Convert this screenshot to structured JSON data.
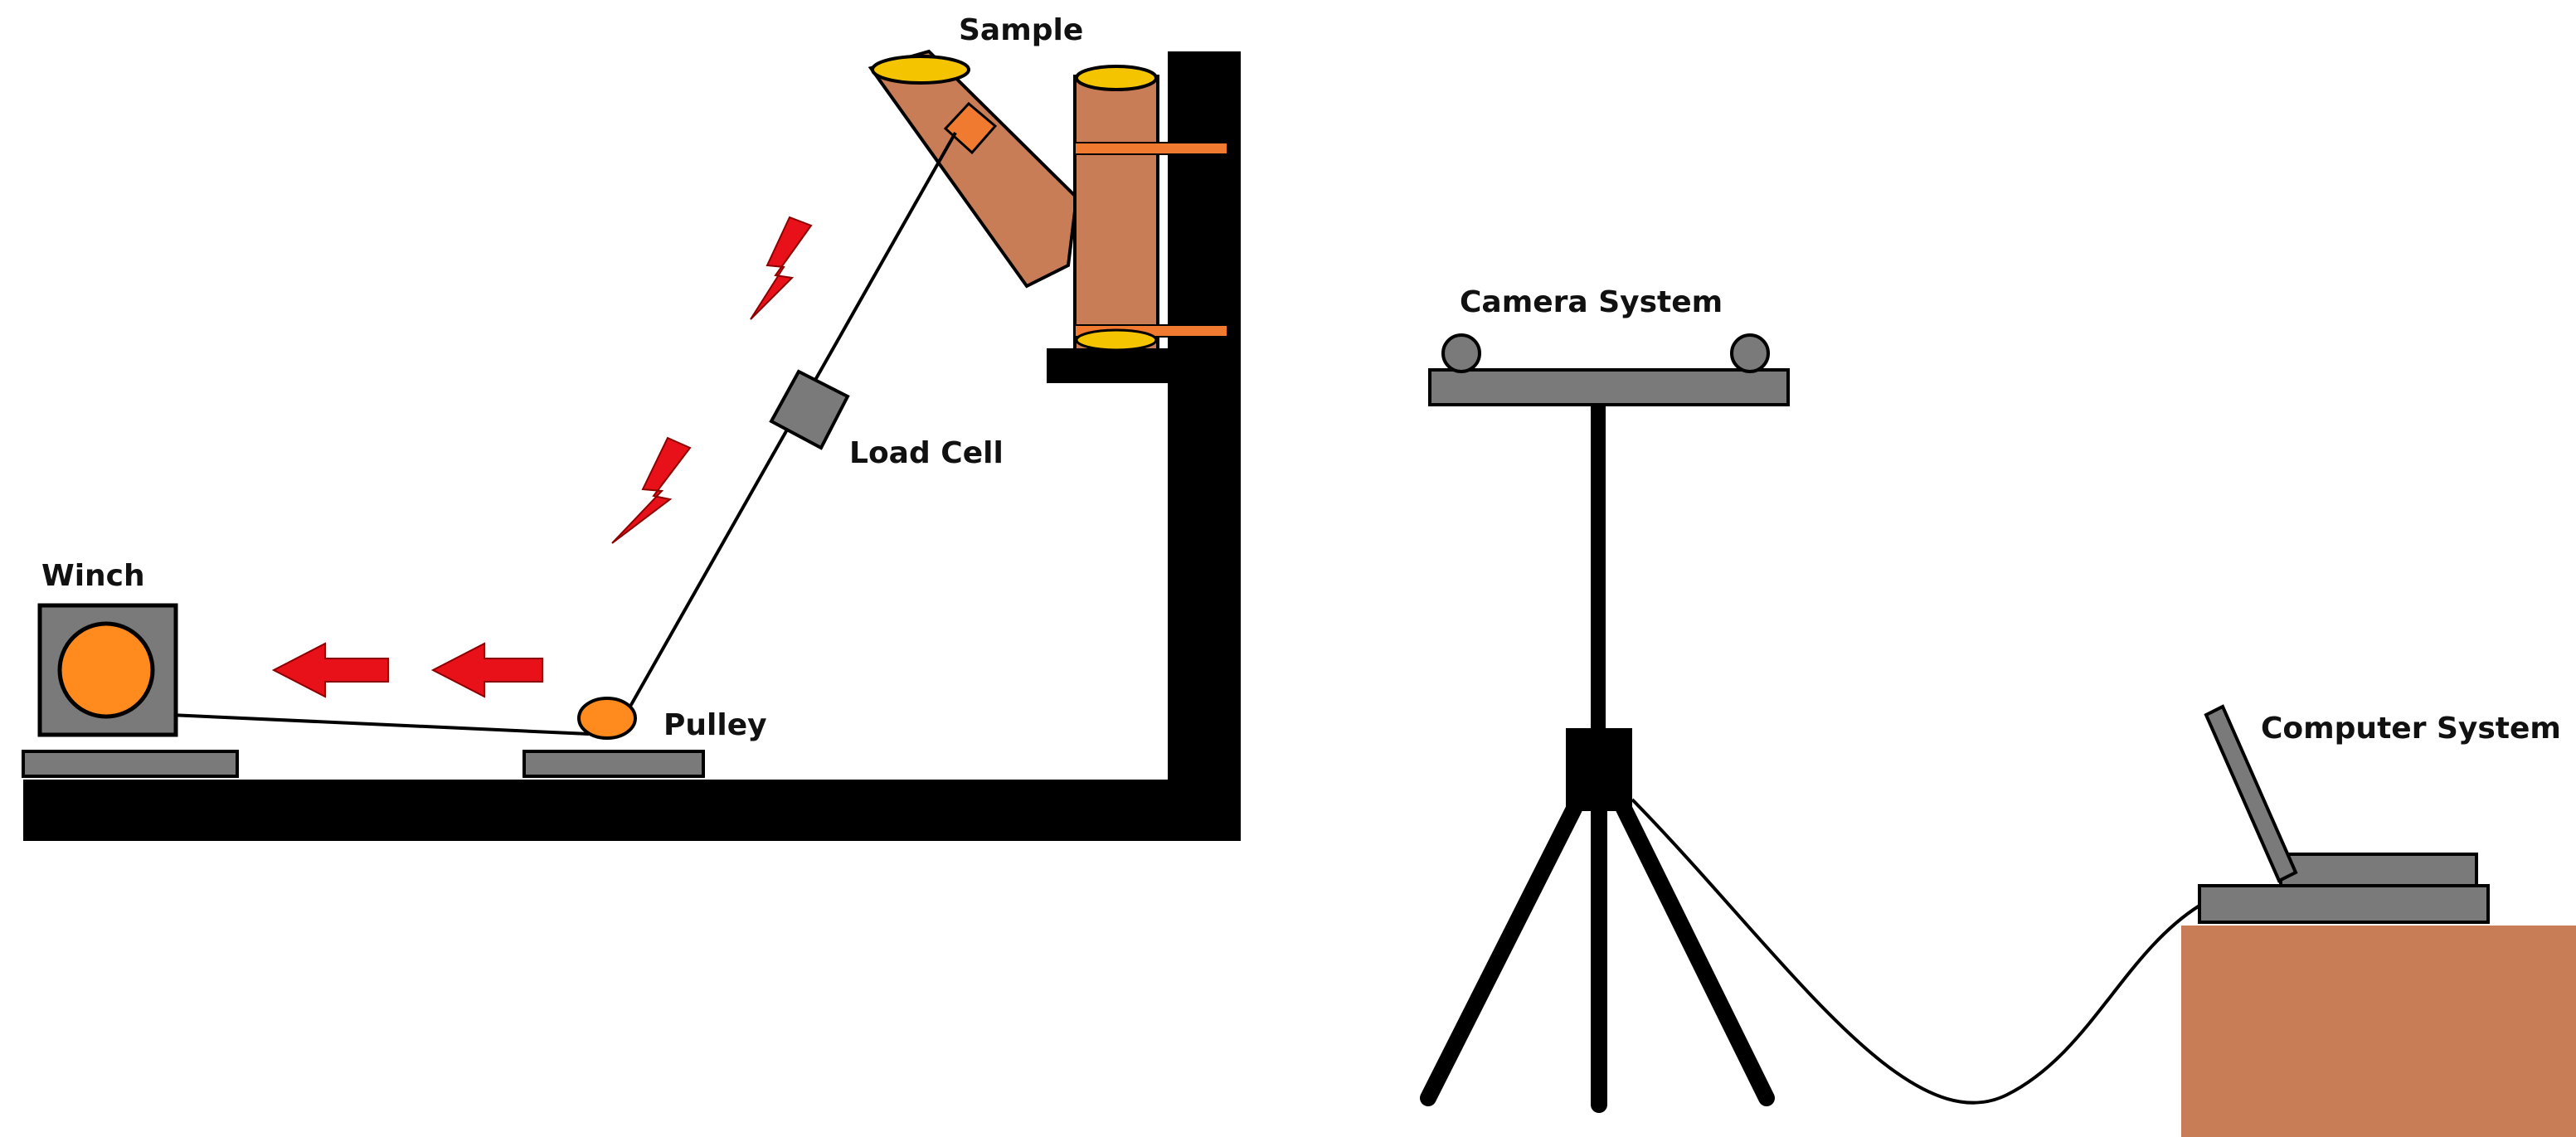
{
  "labels": {
    "sample": "Sample",
    "load_cell": "Load Cell",
    "winch": "Winch",
    "pulley": "Pulley",
    "camera_system": "Camera System",
    "computer_system": "Computer System"
  },
  "colors": {
    "structure": "#000000",
    "sample_body": "#c97d56",
    "sample_rim": "#f5c400",
    "clamp": "#f07a30",
    "winch_drum": "#ff8a1e",
    "pulley": "#ff8a1e",
    "equipment_gray": "#7a7a7a",
    "arrow": "#e8111a",
    "desk": "#c97d56"
  },
  "icons": [
    "pull-direction-arrow",
    "winch-icon",
    "pulley-icon",
    "camera-icon",
    "laptop-icon",
    "tripod-icon"
  ]
}
